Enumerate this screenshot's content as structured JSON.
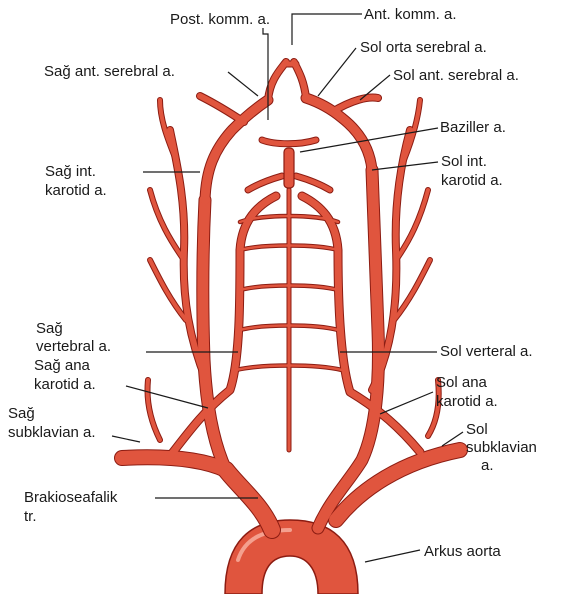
{
  "labels": {
    "post_komm": "Post. komm. a.",
    "ant_komm": "Ant. komm. a.",
    "sol_orta_serebral": "Sol orta serebral a.",
    "sag_ant_serebral": "Sağ ant. serebral a.",
    "sol_ant_serebral": "Sol ant. serebral a.",
    "baziller": "Baziller a.",
    "sag_int_karotid_1": "Sağ int.",
    "sag_int_karotid_2": "karotid a.",
    "sol_int_karotid_1": "Sol int.",
    "sol_int_karotid_2": "karotid a.",
    "sag_vertebral_1": "Sağ",
    "sag_vertebral_2": "vertebral a.",
    "sol_verteral": "Sol verteral a.",
    "sag_ana_karotid_1": "Sağ ana",
    "sag_ana_karotid_2": "karotid a.",
    "sol_ana_karotid_1": "Sol ana",
    "sol_ana_karotid_2": "karotid a.",
    "sag_subklavian_1": "Sağ",
    "sag_subklavian_2": "subklavian a.",
    "sol_subklavian_1": "Sol",
    "sol_subklavian_2": "subklavian",
    "sol_subklavian_3": "a.",
    "brakioseafalik_1": "Brakioseafalik",
    "brakioseafalik_2": "tr.",
    "arkus_aorta": "Arkus aorta"
  },
  "colors": {
    "artery_fill": "#e0553e",
    "artery_outline": "#8c1c12",
    "text": "#1a1a1a"
  }
}
